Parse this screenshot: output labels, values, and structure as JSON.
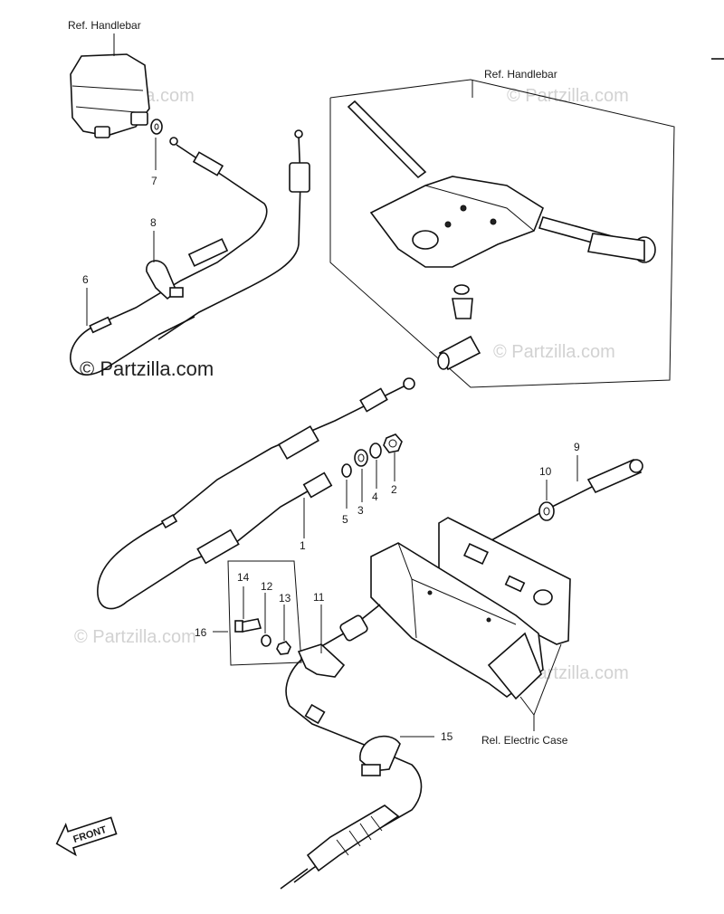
{
  "labels": {
    "ref_handlebar_1": "Ref. Handlebar",
    "ref_handlebar_2": "Ref. Handlebar",
    "ref_electric_case": "Rel. Electric Case",
    "front": "FRONT"
  },
  "watermark": {
    "main": "© Partzilla.com",
    "faint": "© Partzilla.com"
  },
  "callouts": {
    "p1": "1",
    "p2": "2",
    "p3": "3",
    "p4": "4",
    "p5": "5",
    "p6": "6",
    "p7": "7",
    "p8": "8",
    "p9": "9",
    "p10": "10",
    "p11": "11",
    "p12": "12",
    "p13": "13",
    "p14": "14",
    "p15": "15",
    "p16": "16"
  },
  "colors": {
    "ink": "#111111",
    "watermark": "#d2d2d2",
    "background": "#ffffff"
  }
}
